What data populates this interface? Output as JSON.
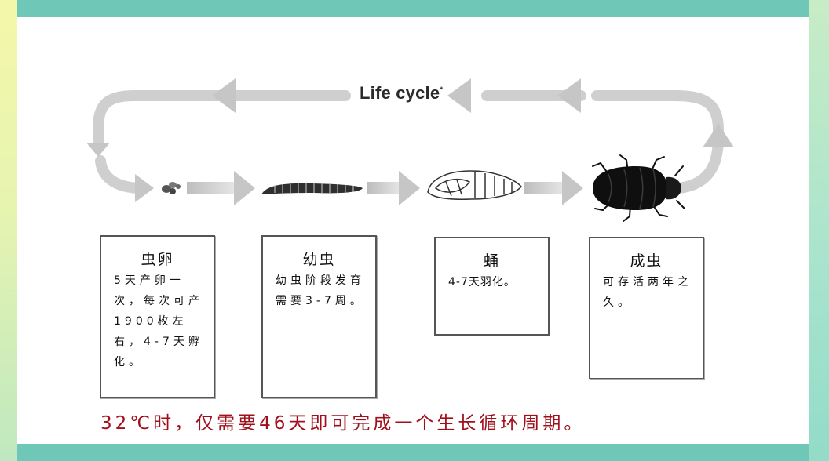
{
  "cycle_label": "Life cycle",
  "cycle_label_mark": "*",
  "stages": [
    {
      "id": "egg",
      "title": "虫卵",
      "description": "5天产卵一次，每次可产1900枚左右，4-7天孵化。",
      "icon": "egg-icon"
    },
    {
      "id": "larva",
      "title": "幼虫",
      "description": "幼虫阶段发育需要3-7周。",
      "icon": "larva-icon"
    },
    {
      "id": "pupa",
      "title": "蛹",
      "description": "4-7天羽化。",
      "icon": "pupa-icon"
    },
    {
      "id": "adult",
      "title": "成虫",
      "description": "可存活两年之久。",
      "icon": "beetle-icon"
    }
  ],
  "footer_note": "32℃时，仅需要46天即可完成一个生长循环周期。",
  "colors": {
    "top_bar": "#6fc7b8",
    "arrow": "#c9c9c9",
    "footer_text": "#a0101c",
    "left_strip": "#eef6a8",
    "right_strip": "#9fe0c6"
  }
}
